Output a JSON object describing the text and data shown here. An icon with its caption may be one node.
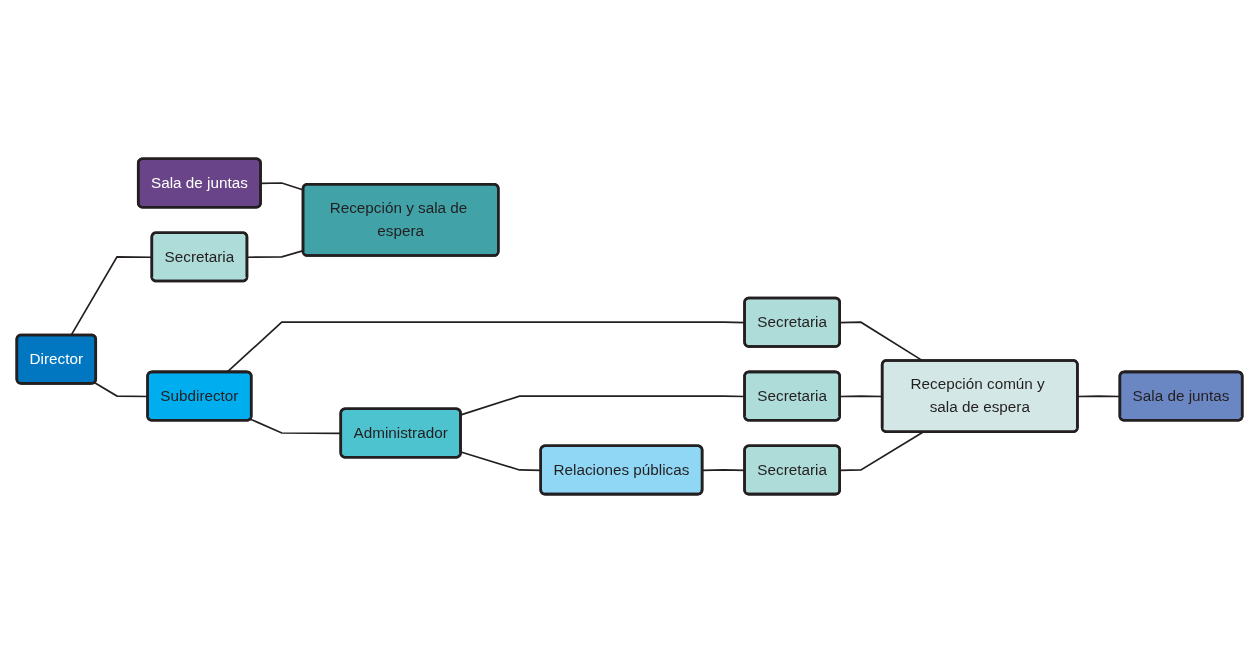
{
  "diagram": {
    "nodes": [
      {
        "text": [
          "Sala de juntas"
        ]
      },
      {
        "text": [
          "Director"
        ]
      },
      {
        "text": [
          "Secretaria"
        ]
      },
      {
        "text": [
          "Recepción y sala de espera"
        ]
      },
      {
        "text": [
          "Subdirector"
        ]
      },
      {
        "text": [
          "Secretaria"
        ]
      },
      {
        "text": [
          "Administrador"
        ]
      },
      {
        "text": [
          "Secretaria"
        ]
      },
      {
        "text": [
          "Recepción común y sala de espera"
        ]
      },
      {
        "text": [
          "Sala de juntas"
        ]
      },
      {
        "text": [
          "Relaciones públicas"
        ]
      },
      {
        "text": [
          "Secretaria"
        ]
      }
    ],
    "edges": [
      {
        "from": 0,
        "to": 3,
        "arrow": "none"
      },
      {
        "from": 1,
        "to": 2,
        "arrow": "none"
      },
      {
        "from": 2,
        "to": 3,
        "arrow": "none"
      },
      {
        "from": 1,
        "to": 4,
        "arrow": "none"
      },
      {
        "from": 4,
        "to": 5,
        "arrow": "none"
      },
      {
        "from": 5,
        "to": 8,
        "arrow": "none"
      },
      {
        "from": 4,
        "to": 6,
        "arrow": "none"
      },
      {
        "from": 6,
        "to": 7,
        "arrow": "none"
      },
      {
        "from": 7,
        "to": 8,
        "arrow": "none"
      },
      {
        "from": 8,
        "to": 9,
        "arrow": "none"
      },
      {
        "from": 6,
        "to": 10,
        "arrow": "none"
      },
      {
        "from": 10,
        "to": 11,
        "arrow": "none"
      },
      {
        "from": 11,
        "to": 8,
        "arrow": "none"
      }
    ]
  }
}
